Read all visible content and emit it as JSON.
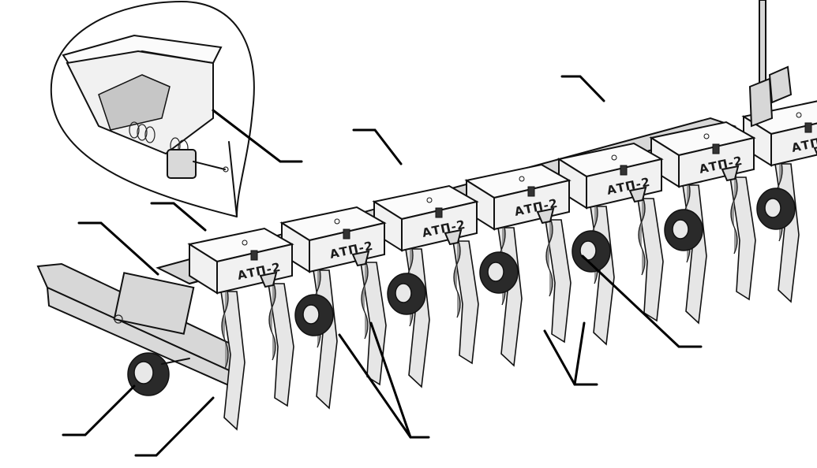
{
  "diagram": {
    "hopper_label": "АТП-2",
    "hopper_count": 7,
    "leader_line_count": 12,
    "inset": {
      "depicts": "cutaway of fertilizer hopper with auger"
    }
  },
  "icons": {
    "hopper": "box-icon",
    "wheel": "wheel-icon",
    "auger": "auger-icon"
  },
  "colors": {
    "ink": "#111111",
    "paper": "#ffffff",
    "shade": "#d9d9d9",
    "tube": "#9a9a9a"
  }
}
